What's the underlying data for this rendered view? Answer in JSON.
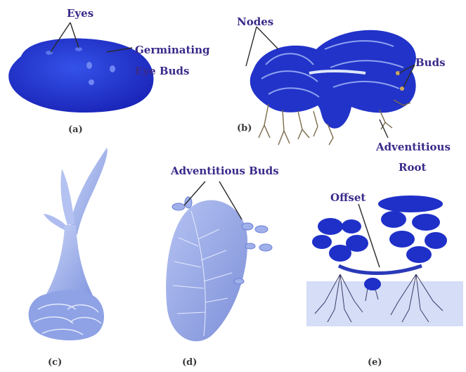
{
  "panels": {
    "a": {
      "caption": "(a)",
      "labels": {
        "eyes": "Eyes",
        "germinating_line1": "Germinating",
        "germinating_line2": "Eye Buds"
      }
    },
    "b": {
      "caption": "(b)",
      "labels": {
        "nodes": "Nodes",
        "buds": "Buds",
        "root_line1": "Adventitious",
        "root_line2": "Root"
      }
    },
    "c": {
      "caption": "(c)"
    },
    "d": {
      "caption": "(d)",
      "labels": {
        "adventitious_buds": "Adventitious Buds"
      }
    },
    "e": {
      "caption": "(e)",
      "labels": {
        "offset": "Offset"
      }
    }
  },
  "colors": {
    "label_text": "#3a2a8a",
    "deep_blue": "#1a2fd0",
    "mid_blue": "#2f4ce0",
    "pale_blue": "#a9b8ee",
    "root_brown": "#7a6a4a"
  }
}
